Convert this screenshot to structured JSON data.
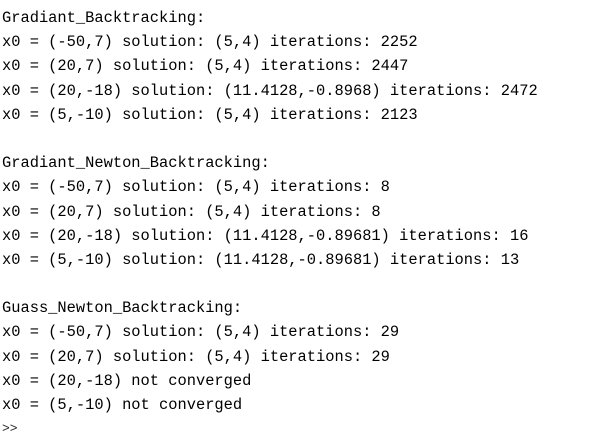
{
  "console": {
    "sections": [
      {
        "title": "Gradiant_Backtracking:",
        "lines": [
          "x0 = (-50,7) solution: (5,4) iterations: 2252",
          "x0 = (20,7) solution: (5,4) iterations: 2447",
          "x0 = (20,-18) solution: (11.4128,-0.8968) iterations: 2472",
          "x0 = (5,-10) solution: (5,4) iterations: 2123"
        ]
      },
      {
        "title": "Gradiant_Newton_Backtracking:",
        "lines": [
          "x0 = (-50,7) solution: (5,4) iterations: 8",
          "x0 = (20,7) solution: (5,4) iterations: 8",
          "x0 = (20,-18) solution: (11.4128,-0.89681) iterations: 16",
          "x0 = (5,-10) solution: (11.4128,-0.89681) iterations: 13"
        ]
      },
      {
        "title": "Guass_Newton_Backtracking:",
        "lines": [
          "x0 = (-50,7) solution: (5,4) iterations: 29",
          "x0 = (20,7) solution: (5,4) iterations: 29",
          "x0 = (20,-18) not converged",
          "x0 = (5,-10) not converged"
        ]
      }
    ],
    "prompt": ">>"
  }
}
